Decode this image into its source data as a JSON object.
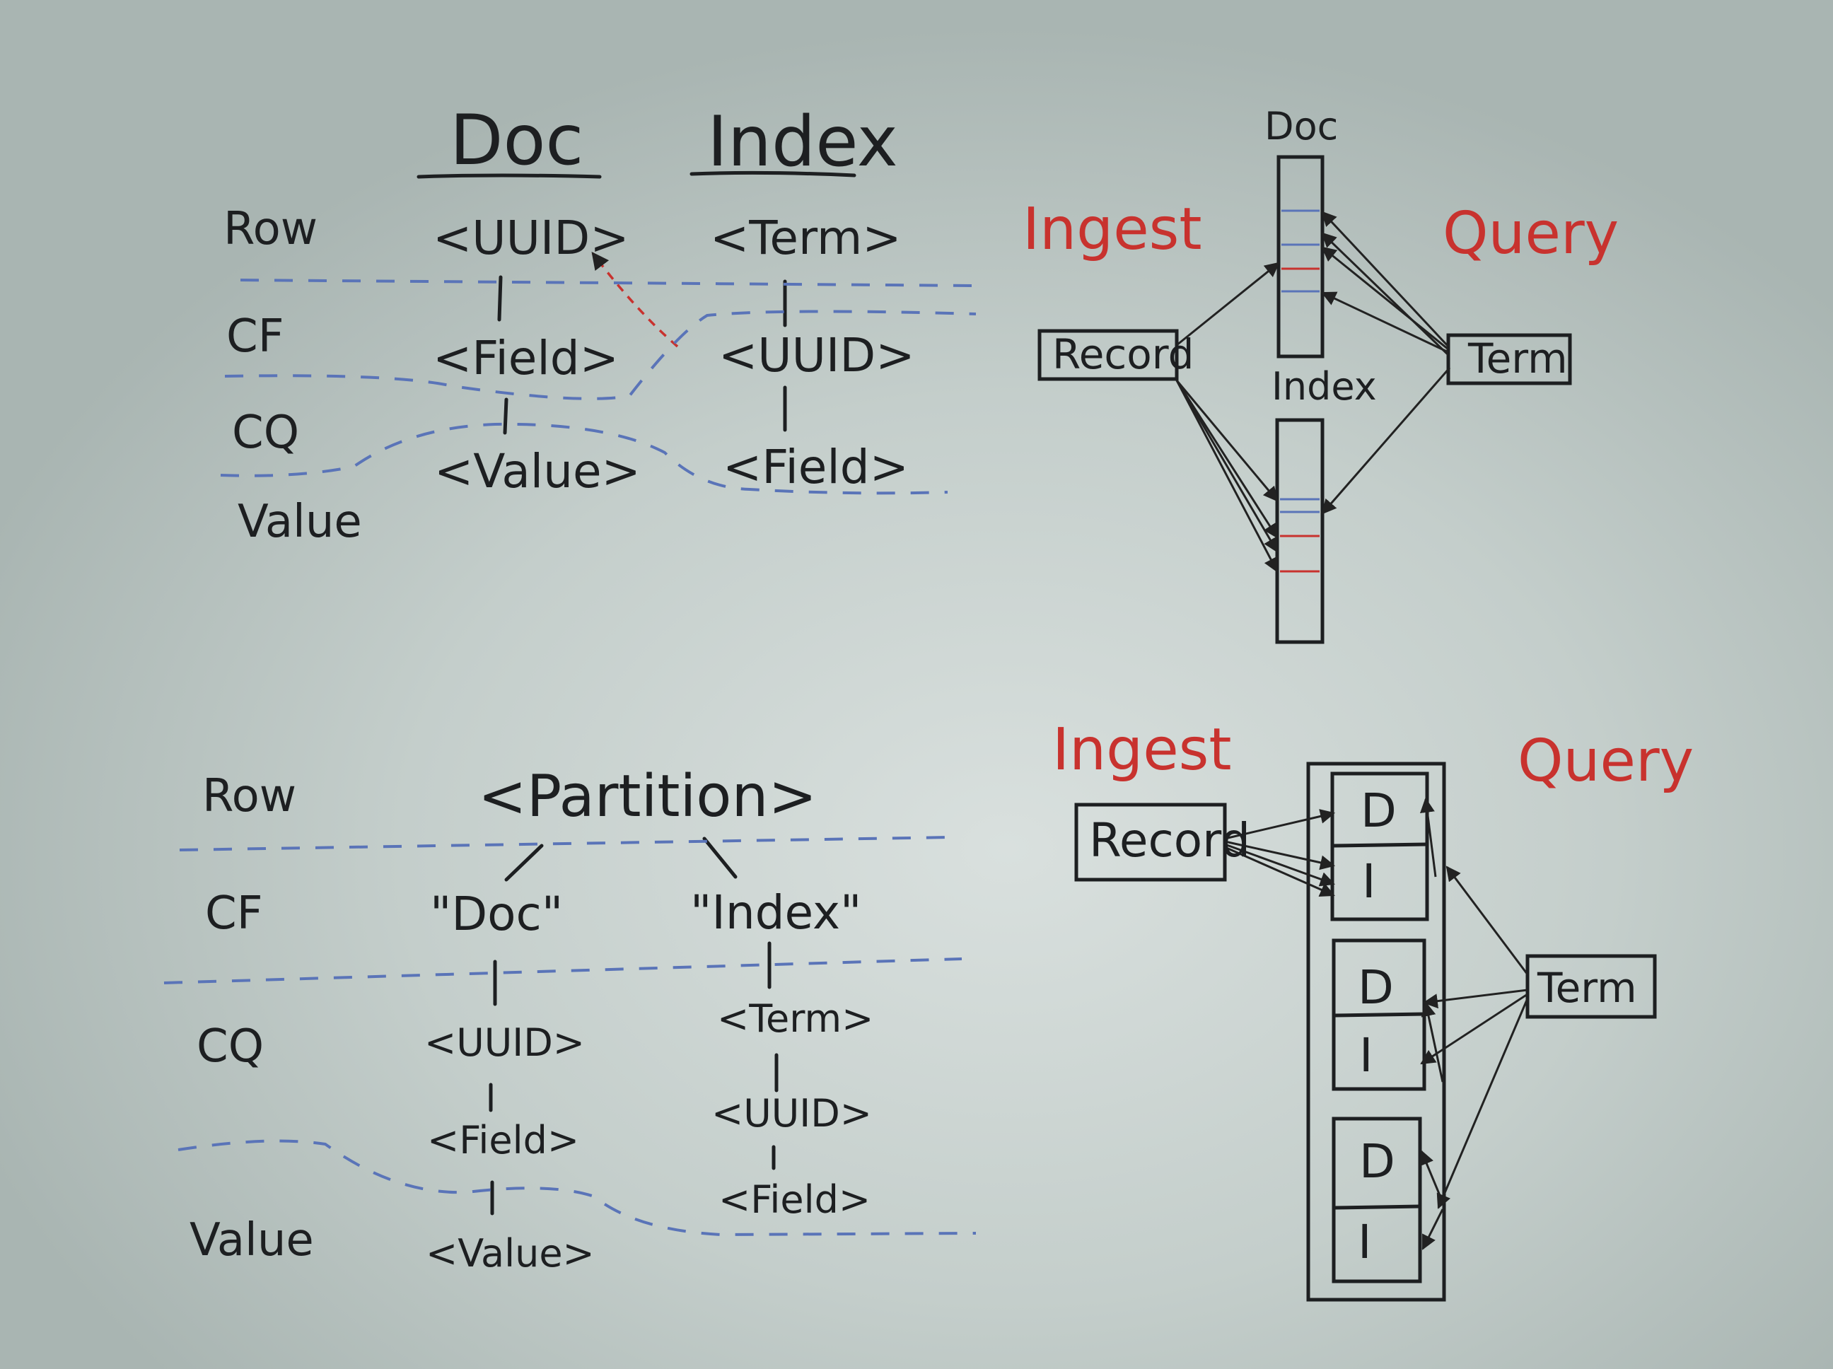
{
  "top_schema": {
    "columns": [
      "Doc",
      "Index"
    ],
    "rows": [
      "Row",
      "CF",
      "CQ",
      "Value"
    ],
    "doc": [
      "<UUID>",
      "<Field>",
      "<Value>"
    ],
    "index": [
      "<Term>",
      "<UUID>",
      "<Field>"
    ]
  },
  "top_flow": {
    "ingest": "Ingest",
    "query": "Query",
    "record": "Record",
    "term": "Term",
    "doc_table": "Doc",
    "index_table": "Index"
  },
  "bottom_schema": {
    "rows": [
      "Row",
      "CF",
      "CQ",
      "Value"
    ],
    "partition": "<Partition>",
    "cf_doc": "\"Doc\"",
    "cf_index": "\"Index\"",
    "doc": [
      "<UUID>",
      "<Field>",
      "<Value>"
    ],
    "index": [
      "<Term>",
      "<UUID>",
      "<Field>"
    ]
  },
  "bottom_flow": {
    "ingest": "Ingest",
    "query": "Query",
    "record": "Record",
    "term": "Term",
    "shards": [
      {
        "d": "D",
        "i": "I"
      },
      {
        "d": "D",
        "i": "I"
      },
      {
        "d": "D",
        "i": "I"
      }
    ]
  },
  "colors": {
    "board": "#b9c4c1",
    "ink_black": "#1d1f21",
    "ink_red": "#c8322e",
    "ink_blue": "#5a74b8"
  }
}
